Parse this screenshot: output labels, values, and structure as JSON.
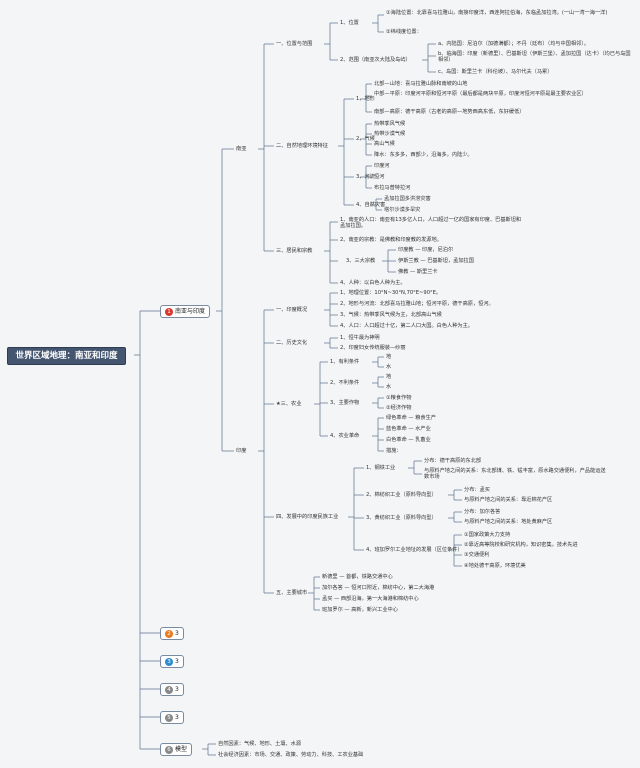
{
  "root": "世界区域地理：南亚和印度",
  "branches": {
    "b1": {
      "num": "1",
      "label": "南亚与印度",
      "color": "#d9372b"
    },
    "b2": {
      "num": "2",
      "label": "3",
      "color": "#e87a22"
    },
    "b3": {
      "num": "3",
      "label": "3",
      "color": "#2b8ccc"
    },
    "b4": {
      "num": "4",
      "label": "3",
      "color": "#888888"
    },
    "b5": {
      "num": "5",
      "label": "3",
      "color": "#888888"
    },
    "b6": {
      "num": "6",
      "label": "模型",
      "color": "#888888"
    }
  },
  "south_asia": {
    "label": "南亚",
    "loc": {
      "label": "一、位置与范围",
      "pos": "1、位置",
      "pos_a": "①海陆位置：北靠喜马拉雅山，南接印度洋，西连阿拉伯海，东临孟加拉湾。(一山一湾一海一洋)",
      "pos_b": "②纬线度位置：",
      "range": "2、范围（南亚次大陆及岛屿）",
      "range_a": "a、内陆国：尼泊尔（加德满都）；不丹（廷布）（均与中国相邻）。",
      "range_b": "b、临海国：印度（新德里）、巴基斯坦（伊斯兰堡）、孟加拉国（达卡）（均已与岛国相邻）",
      "range_c": "c、岛国：斯里兰卡（科伦坡）、马尔代夫（马累）"
    },
    "nat": {
      "label": "二、自然地理环境特征",
      "terrain": "1、地形",
      "t1": "北部—山地：喜马拉雅山脉和南坡的山地",
      "t2": "中部—平原：印度河平原和恒河平原（最后都是两块平原，印度河恒河平原是最主要农业区）",
      "t3": "南部—高原：德干高原（古老的高原—地势西高东低，东好缓低）",
      "climate": "2、气候",
      "c1": "热带季风气候",
      "c2": "热带沙漠气候",
      "c3": "高山气候",
      "c4": "降水：东多多，西部少，沿海多，内陆少。",
      "river": "3、河流",
      "r1": "印度河",
      "r2": "恒河",
      "r3": "布拉马普特拉河",
      "disaster": "4、自然灾害",
      "d1": "孟加拉国多洪涝灾害",
      "d2": "塔尔沙漠多旱灾"
    },
    "pop": {
      "label": "三、居民和宗教",
      "p1": "1、南亚的人口：南亚有13多亿人口，人口超过一亿的国家有印度、巴基斯坦和孟加拉国。",
      "p2": "2、南亚的宗教：是佛教和印度教的发源地。",
      "p3": "3、三大宗教",
      "p3a": "印度教 — 印度，尼泊尔",
      "p3b": "伊斯兰教 — 巴基斯坦，孟加拉国",
      "p3c": "佛教 — 斯里兰卡",
      "p4": "4、人种：以白色人种为主。"
    }
  },
  "india": {
    "label": "印度",
    "overview": {
      "label": "一、印度概况",
      "o1": "1、地理位置：10°N~30°N,70°E~90°E。",
      "o2": "2、地形与河流：北部喜马拉雅山地；恒河平原，德干高原，恒河。",
      "o3": "3、气候：热带季风气候为主，北部高山气候",
      "o4": "4、人口：人口超过十亿，第二人口大国。白色人种为主。"
    },
    "culture": {
      "label": "二、历史文化",
      "h1": "1、恒牛最为神明",
      "h2": "2、印度妇女传统服装—纱丽"
    },
    "agri": {
      "label": "★三、农业",
      "a1": "1、有利条件",
      "a1a": "地",
      "a1b": "水",
      "a2": "2、不利条件",
      "a2a": "地",
      "a2b": "水",
      "a3": "3、主要作物",
      "a3a": "①粮食作物",
      "a3b": "②经济作物",
      "a4": "4、农业革命",
      "a4a": "绿色革命 — 粮食生产",
      "a4b": "蓝色革命 — 水产业",
      "a4c": "白色革命 — 乳畜业",
      "a4d": "措施："
    },
    "industry": {
      "label": "四、发展中的印度民族工业",
      "i1": "1、钢铁工业",
      "i1a": "分布：德干高原的东北部",
      "i1b": "与原料产地之间的关系：东北部煤、铁、锰丰富，原水路交通便利，产品能运送数市场",
      "i2": "2、棉纺织工业（原料导向型）",
      "i2a": "分布：孟买",
      "i2b": "与原料产地之间的关系：靠近棉花产区",
      "i3": "3、黄纺织工业（原料导向型）",
      "i3a": "分布：加尔各答",
      "i3b": "与原料产地之间的关系：地处黄麻产区",
      "i4": "4、班加罗尔工业地址的发展（区位条件）",
      "i4a": "①国家政策大力支持",
      "i4b": "②靠近高等院校和研究机构，知识密集，技术先进",
      "i4c": "③交通便利",
      "i4d": "④地处德干高原，环境优美"
    },
    "cities": {
      "label": "五、主要城市",
      "m1": "新德里 — 首都，铁路交通中心",
      "m2": "加尔各答 — 恒河口附近，棉纺中心，第二大海港",
      "m3": "孟买 — 西部沿海，第一大海港和棉纺中心",
      "m4": "班加罗尔 — 高新，新兴工业中心"
    }
  },
  "model": {
    "m1": "自然因素：气候、地形、土壤、水源",
    "m2": "社会经济因素：市场、交通、政策、劳动力、科技、工农业基础"
  }
}
